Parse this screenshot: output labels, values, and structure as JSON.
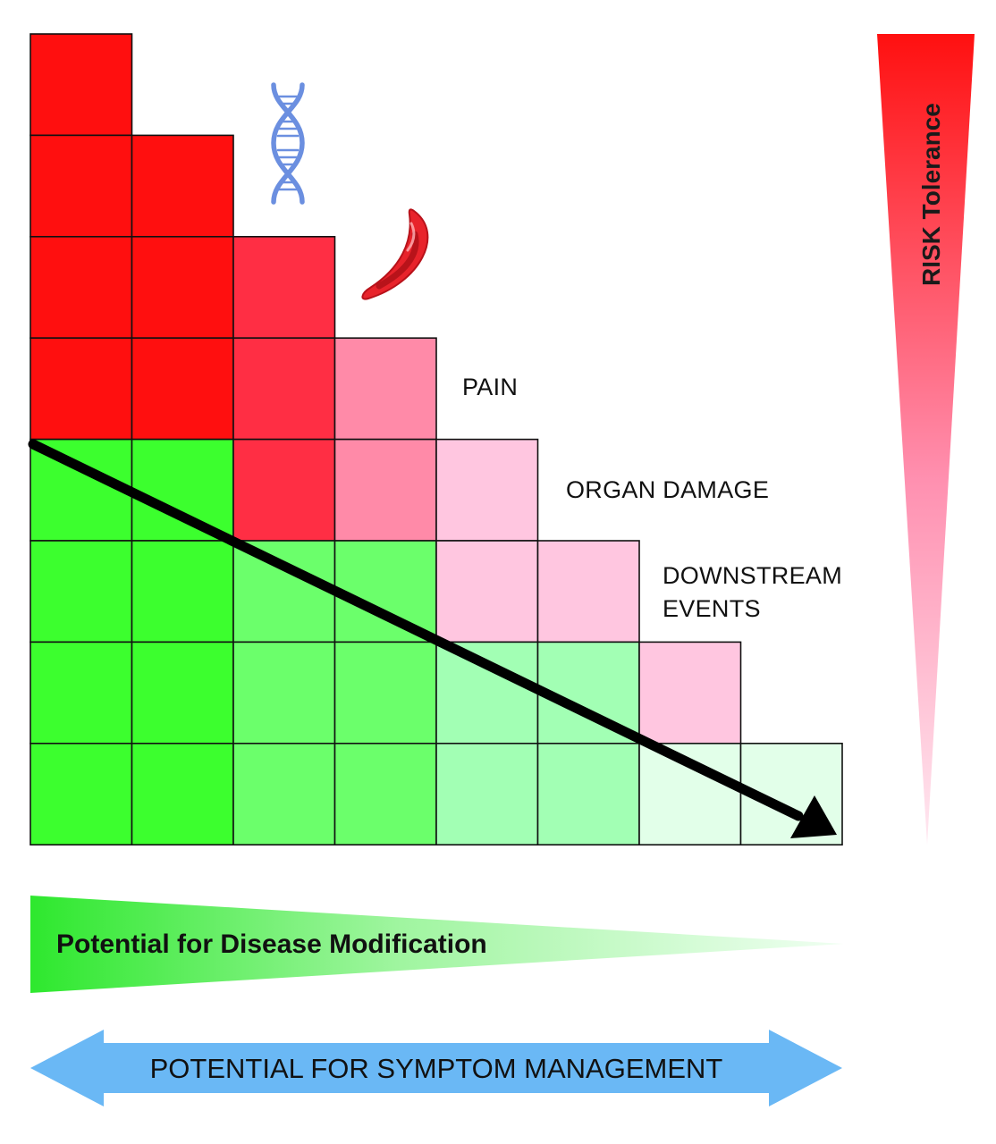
{
  "labels": {
    "pain": "PAIN",
    "organ_damage": "ORGAN DAMAGE",
    "downstream_line1": "DOWNSTREAM",
    "downstream_line2": "EVENTS",
    "risk_tolerance": "RISK Tolerance",
    "disease_modification": "Potential for Disease Modification",
    "symptom_management": "POTENTIAL FOR SYMPTOM MANAGEMENT"
  },
  "icons": {
    "dna": "dna-icon",
    "sickle_cell": "sickle-cell-icon"
  },
  "grid": {
    "rows": 8,
    "columns": 8,
    "row_lengths": [
      1,
      2,
      3,
      4,
      5,
      6,
      7,
      8
    ],
    "cell_colors": [
      [
        "#ff0f0f"
      ],
      [
        "#ff0f0f",
        "#ff0f0f"
      ],
      [
        "#ff0f0f",
        "#ff0f0f",
        "#ff2e44"
      ],
      [
        "#ff0f0f",
        "#ff0f0f",
        "#ff2e44",
        "#ff8aa8"
      ],
      [
        "#3cff2e",
        "#3cff2e",
        "#ff2e44",
        "#ff8aa8",
        "#ffc6e0"
      ],
      [
        "#3cff2e",
        "#3cff2e",
        "#6bff6b",
        "#6bff6b",
        "#ffc6e0",
        "#ffc6e0"
      ],
      [
        "#3cff2e",
        "#3cff2e",
        "#6bff6b",
        "#6bff6b",
        "#a2ffb4",
        "#a2ffb4",
        "#ffc6e0"
      ],
      [
        "#3cff2e",
        "#3cff2e",
        "#6bff6b",
        "#6bff6b",
        "#a2ffb4",
        "#a2ffb4",
        "#e2ffe9",
        "#e2ffe9"
      ]
    ]
  },
  "colors": {
    "risk_gradient_top": "#ff1010",
    "risk_gradient_mid": "#ff90b0",
    "risk_gradient_bottom": "#ffe8f1",
    "disease_gradient_start": "#2ee82e",
    "disease_gradient_end": "#f0fff2",
    "symptom_arrow": "#6ab8f5",
    "trend_arrow": "#000000",
    "dna": "#6b8fe0",
    "sickle_cell": "#e8232b"
  }
}
